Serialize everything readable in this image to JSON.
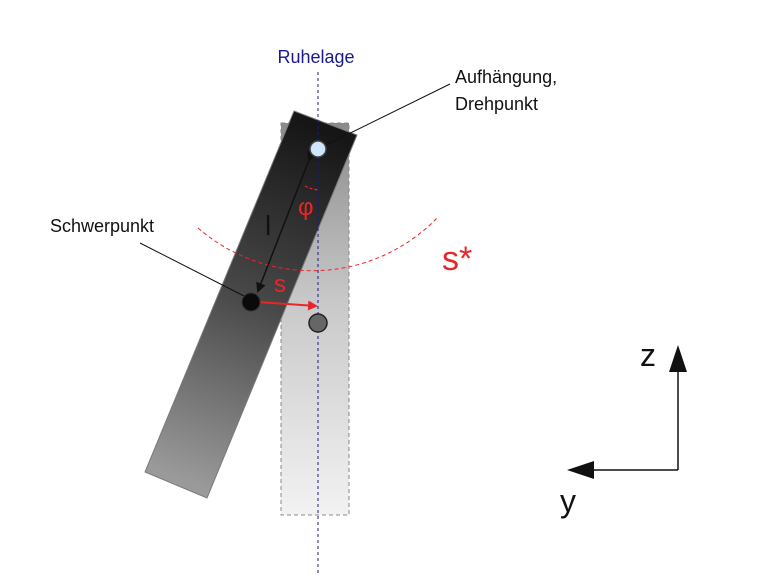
{
  "labels": {
    "rest_position": "Ruhelage",
    "pivot_line1": "Aufhängung,",
    "pivot_line2": "Drehpunkt",
    "center_of_mass": "Schwerpunkt",
    "length": "l",
    "angle": "φ",
    "displacement": "s",
    "arc_length": "s*"
  },
  "axes": {
    "z_label": "z",
    "y_label": "y"
  },
  "colors": {
    "red": "#e8262a",
    "blue": "#1a1a8c",
    "pivot_fill": "#cfe6fb",
    "bar_dark": "#2a2a2a",
    "bar_light": "#e8e8e8"
  }
}
